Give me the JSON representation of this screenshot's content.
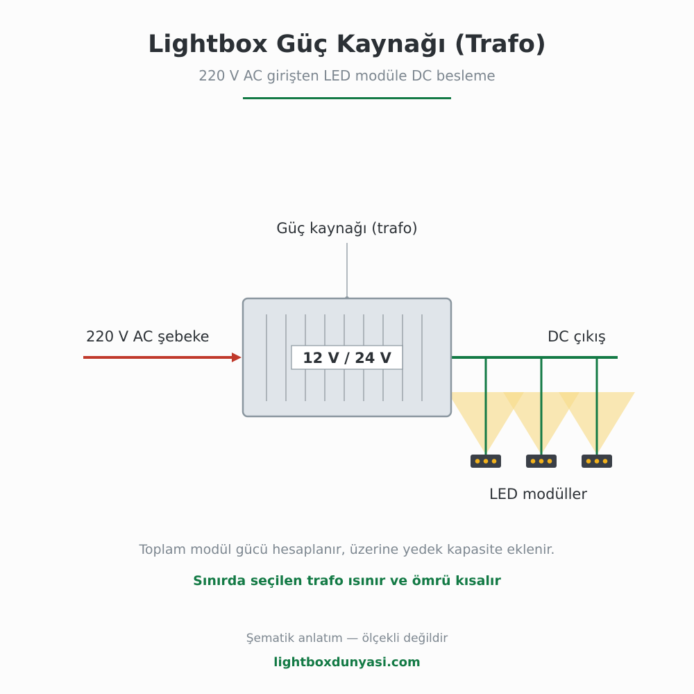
{
  "header": {
    "title": "Lightbox Güç Kaynağı (Trafo)",
    "subtitle": "220 V AC girişten LED modüle DC besleme"
  },
  "diagram": {
    "psu_label": "Güç kaynağı (trafo)",
    "psu_rating": "12 V / 24 V",
    "input_label": "220 V AC şebeke",
    "output_label": "DC çıkış",
    "led_label": "LED modüller",
    "colors": {
      "ac_line": "#c0392b",
      "dc_line": "#137a45",
      "psu_fill": "#e0e5ea",
      "psu_border": "#8a969f",
      "light_cone": "#f8dc8c",
      "led_body": "#3a3f47",
      "led_dot": "#f2b21c"
    }
  },
  "notes": {
    "info": "Toplam modül gücü hesaplanır, üzerine yedek kapasite eklenir.",
    "warning": "Sınırda seçilen trafo ısınır ve ömrü kısalır"
  },
  "footer": {
    "disclaimer": "Şematik anlatım — ölçekli değildir",
    "site": "lightboxdunyasi.com"
  }
}
